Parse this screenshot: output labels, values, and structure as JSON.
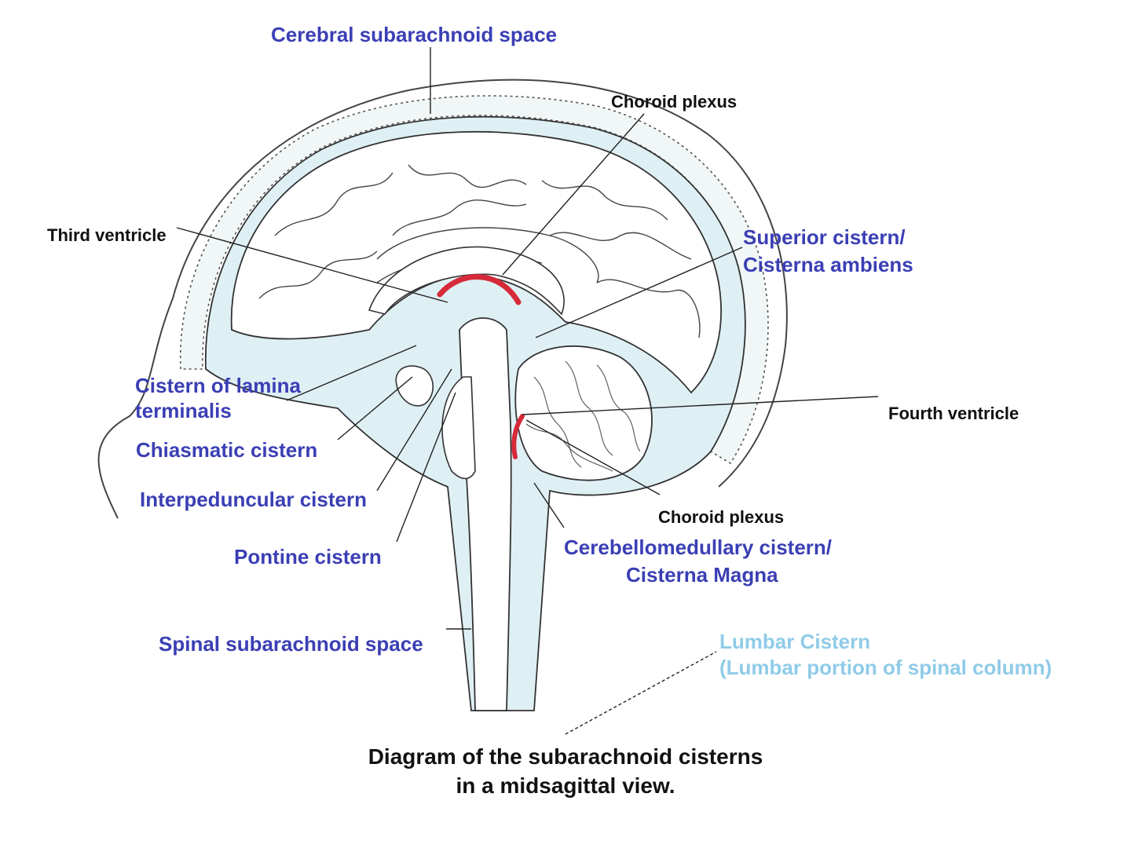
{
  "labels": {
    "cerebral_subarachnoid_space": "Cerebral subarachnoid space",
    "choroid_plexus_top": "Choroid plexus",
    "third_ventricle": "Third ventricle",
    "superior_cistern": "Superior cistern/",
    "cisterna_ambiens": "Cisterna ambiens",
    "cistern_lamina": "Cistern of lamina",
    "terminalis": "terminalis",
    "fourth_ventricle": "Fourth ventricle",
    "chiasmatic_cistern": "Chiasmatic cistern",
    "interpeduncular_cistern": "Interpeduncular cistern",
    "choroid_plexus_bottom": "Choroid plexus",
    "cerebellomedullary_cistern": "Cerebellomedullary cistern/",
    "cisterna_magna": "Cisterna Magna",
    "pontine_cistern": "Pontine cistern",
    "spinal_subarachnoid_space": "Spinal subarachnoid space",
    "lumbar_cistern": "Lumbar Cistern",
    "lumbar_portion": "(Lumbar portion of spinal column)"
  },
  "caption": {
    "line1": "Diagram of the subarachnoid cisterns",
    "line2": "in a midsagittal view."
  },
  "colors": {
    "csf": "#dff0f5",
    "choroid_plexus": "#d62a3a",
    "label_blue": "#3b3fb4",
    "label_light_blue": "#8fcbe8",
    "line": "#222222"
  }
}
